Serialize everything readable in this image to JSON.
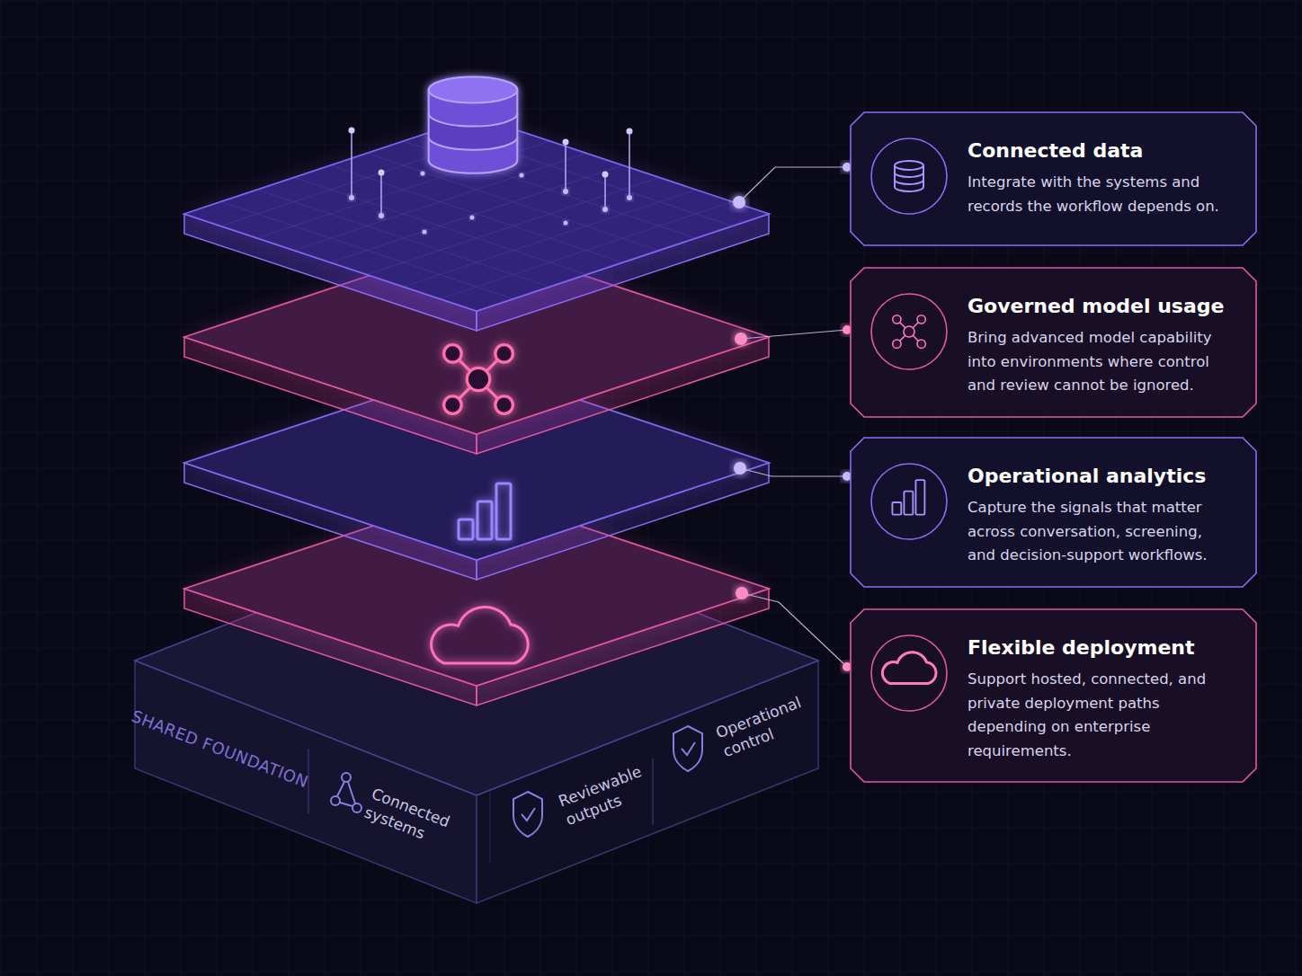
{
  "diagram": {
    "nodes": [
      {
        "text": [
          "Connected data",
          "Integrate with the systems and records the workflow depends on."
        ]
      },
      {
        "text": [
          "Governed model usage",
          "Bring advanced model capability into environments where control and review cannot be ignored."
        ]
      },
      {
        "text": [
          "Operational analytics",
          "Capture the signals that matter across conversation, screening, and decision-support workflows."
        ]
      },
      {
        "text": [
          "Flexible deployment",
          "Support hosted, connected, and private deployment paths depending on enterprise requirements."
        ]
      }
    ],
    "labels": [
      "SHARED FOUNDATION",
      "Connected systems",
      "Reviewable outputs",
      "Operational control"
    ]
  }
}
